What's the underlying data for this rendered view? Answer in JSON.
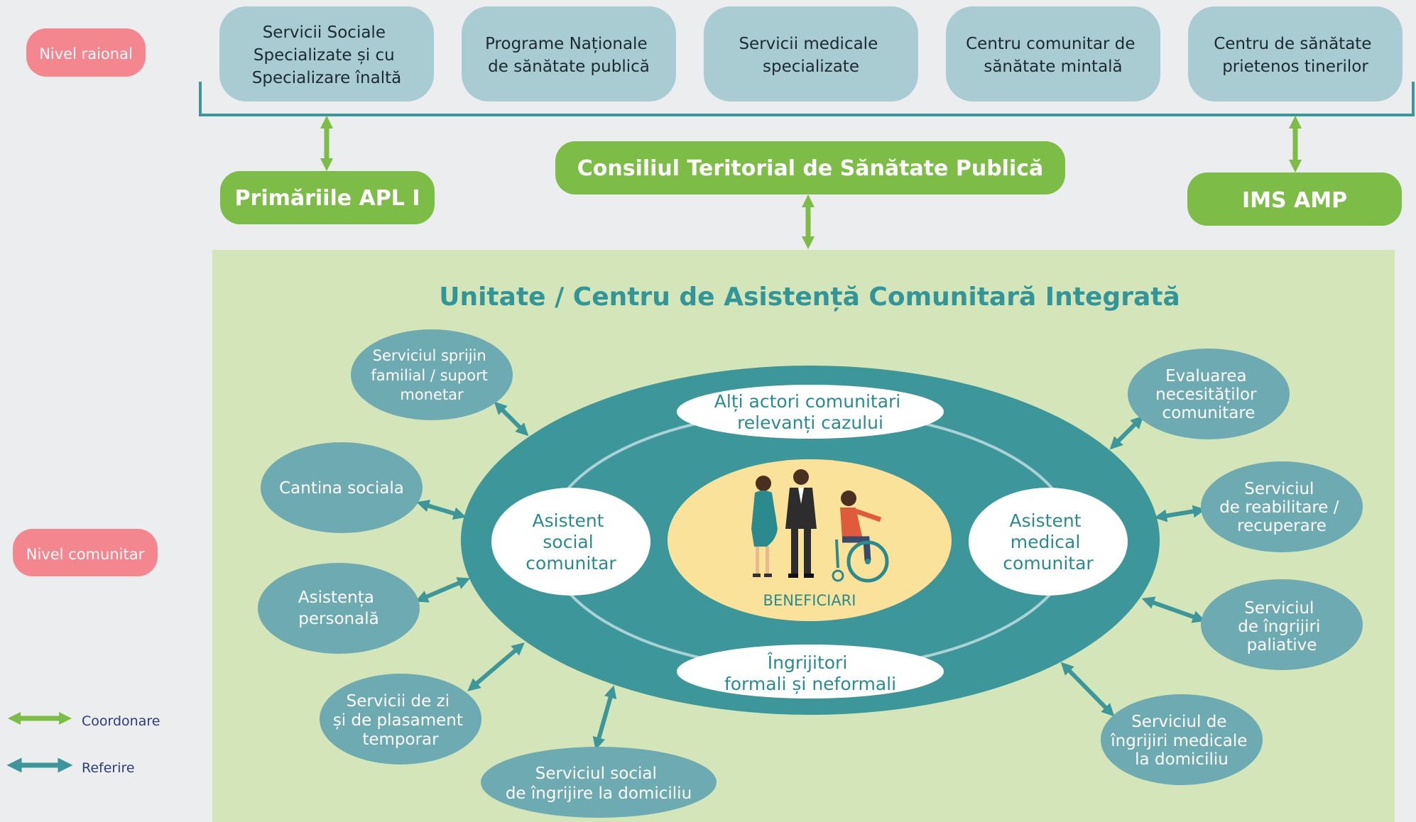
{
  "levels": {
    "raional": "Nivel raional",
    "comunitar": "Nivel comunitar"
  },
  "top_services": [
    [
      "Servicii Sociale",
      "Specializate și cu",
      "Specializare înaltă"
    ],
    [
      "Programe Naționale",
      "de sănătate publică"
    ],
    [
      "Servicii medicale",
      "specializate"
    ],
    [
      "Centru comunitar de",
      "sănătate mintală"
    ],
    [
      "Centru de sănătate",
      "prietenos tinerilor"
    ]
  ],
  "green_boxes": {
    "primarii": "Primăriile APL I",
    "consiliu": "Consiliul Teritorial de Sănătate Publică",
    "ims": "IMS AMP"
  },
  "unit_title": "Unitate / Centru de Asistență Comunitară Integrată",
  "inner_nodes": {
    "top": [
      "Alți actori comunitari",
      "relevanți cazului"
    ],
    "bottom": [
      "Îngrijitori",
      "formali și neformali"
    ],
    "left": [
      "Asistent",
      "social",
      "comunitar"
    ],
    "right": [
      "Asistent",
      "medical",
      "comunitar"
    ],
    "center": "BENEFICIARI"
  },
  "satellites": [
    [
      "Serviciul sprijin",
      "familial / suport",
      "monetar"
    ],
    [
      "Cantina sociala"
    ],
    [
      "Asistența",
      "personală"
    ],
    [
      "Servicii de zi",
      "și de plasament",
      "temporar"
    ],
    [
      "Serviciul social",
      "de îngrijire la domiciliu"
    ],
    [
      "Evaluarea",
      "necesităților",
      "comunitare"
    ],
    [
      "Serviciul",
      "de reabilitare /",
      "recuperare"
    ],
    [
      "Serviciul",
      "de îngrijiri",
      "paliative"
    ],
    [
      "Serviciul de",
      "îngrijiri medicale",
      "la domiciliu"
    ]
  ],
  "legend": {
    "coordonare": "Coordonare",
    "referire": "Referire"
  },
  "colors": {
    "background": "#ecedee",
    "pink": "#f4868f",
    "light_teal": "#a9ccd3",
    "green": "#7dbd47",
    "pale_green": "#d4e6b9",
    "dark_teal": "#3d9699",
    "mid_teal": "#6daab1",
    "yellow": "#fbe29b",
    "title_teal": "#349598",
    "navy": "#2c3d7a"
  }
}
